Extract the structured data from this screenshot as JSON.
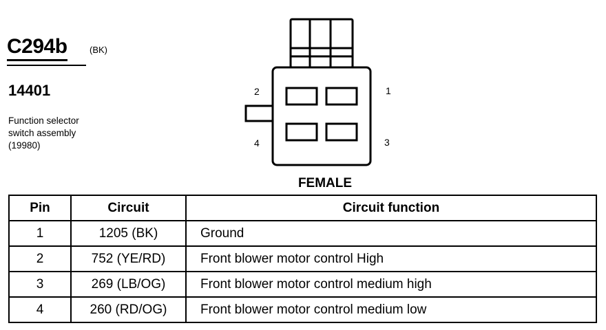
{
  "connector": {
    "id": "C294b",
    "color": "(BK)",
    "part_number": "14401",
    "description_lines": [
      "Function selector",
      "switch assembly",
      "(19980)"
    ]
  },
  "diagram": {
    "gender_label": "FEMALE",
    "pin_labels": [
      "1",
      "2",
      "3",
      "4"
    ]
  },
  "table": {
    "headers": [
      "Pin",
      "Circuit",
      "Circuit function"
    ],
    "rows": [
      {
        "pin": "1",
        "circuit": "1205 (BK)",
        "function": "Ground"
      },
      {
        "pin": "2",
        "circuit": "752 (YE/RD)",
        "function": "Front blower motor  control High"
      },
      {
        "pin": "3",
        "circuit": "269 (LB/OG)",
        "function": "Front blower motor  control medium high"
      },
      {
        "pin": "4",
        "circuit": "260 (RD/OG)",
        "function": "Front blower motor  control medium low"
      }
    ]
  }
}
